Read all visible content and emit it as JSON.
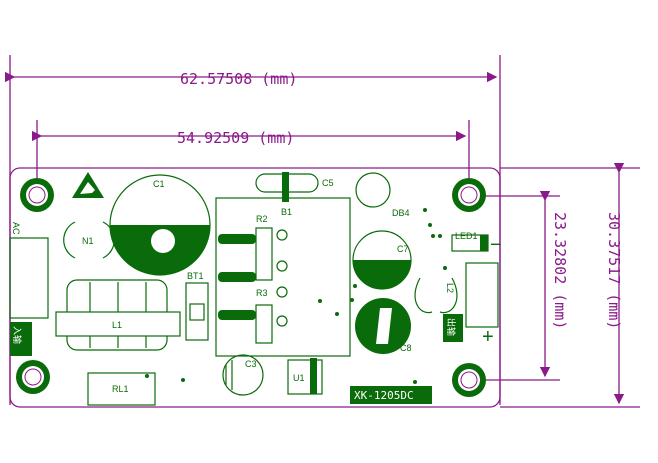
{
  "dimensions": {
    "overall_width": "62.57508 (mm)",
    "hole_spacing_x": "54.92509 (mm)",
    "hole_spacing_y": "23.32802 (mm)",
    "overall_height": "30.37517 (mm)"
  },
  "components": {
    "C1": "C1",
    "C5": "C5",
    "B1": "B1",
    "DB4": "DB4",
    "N1": "N1",
    "R2": "R2",
    "R3": "R3",
    "BT1": "BT1",
    "L1": "L1",
    "C7": "C7",
    "LED1": "LED1",
    "L2": "L2",
    "C8": "C8",
    "C3": "C3",
    "U1": "U1",
    "RL1": "RL1",
    "AC": "AC",
    "input": "入输",
    "output": "出输",
    "minus": "−",
    "plus": "+"
  },
  "board_label": "XK-1205DC",
  "colors": {
    "dimension": "#8a1a8a",
    "silkscreen": "#0a6b0a",
    "board": "#ffffff"
  }
}
